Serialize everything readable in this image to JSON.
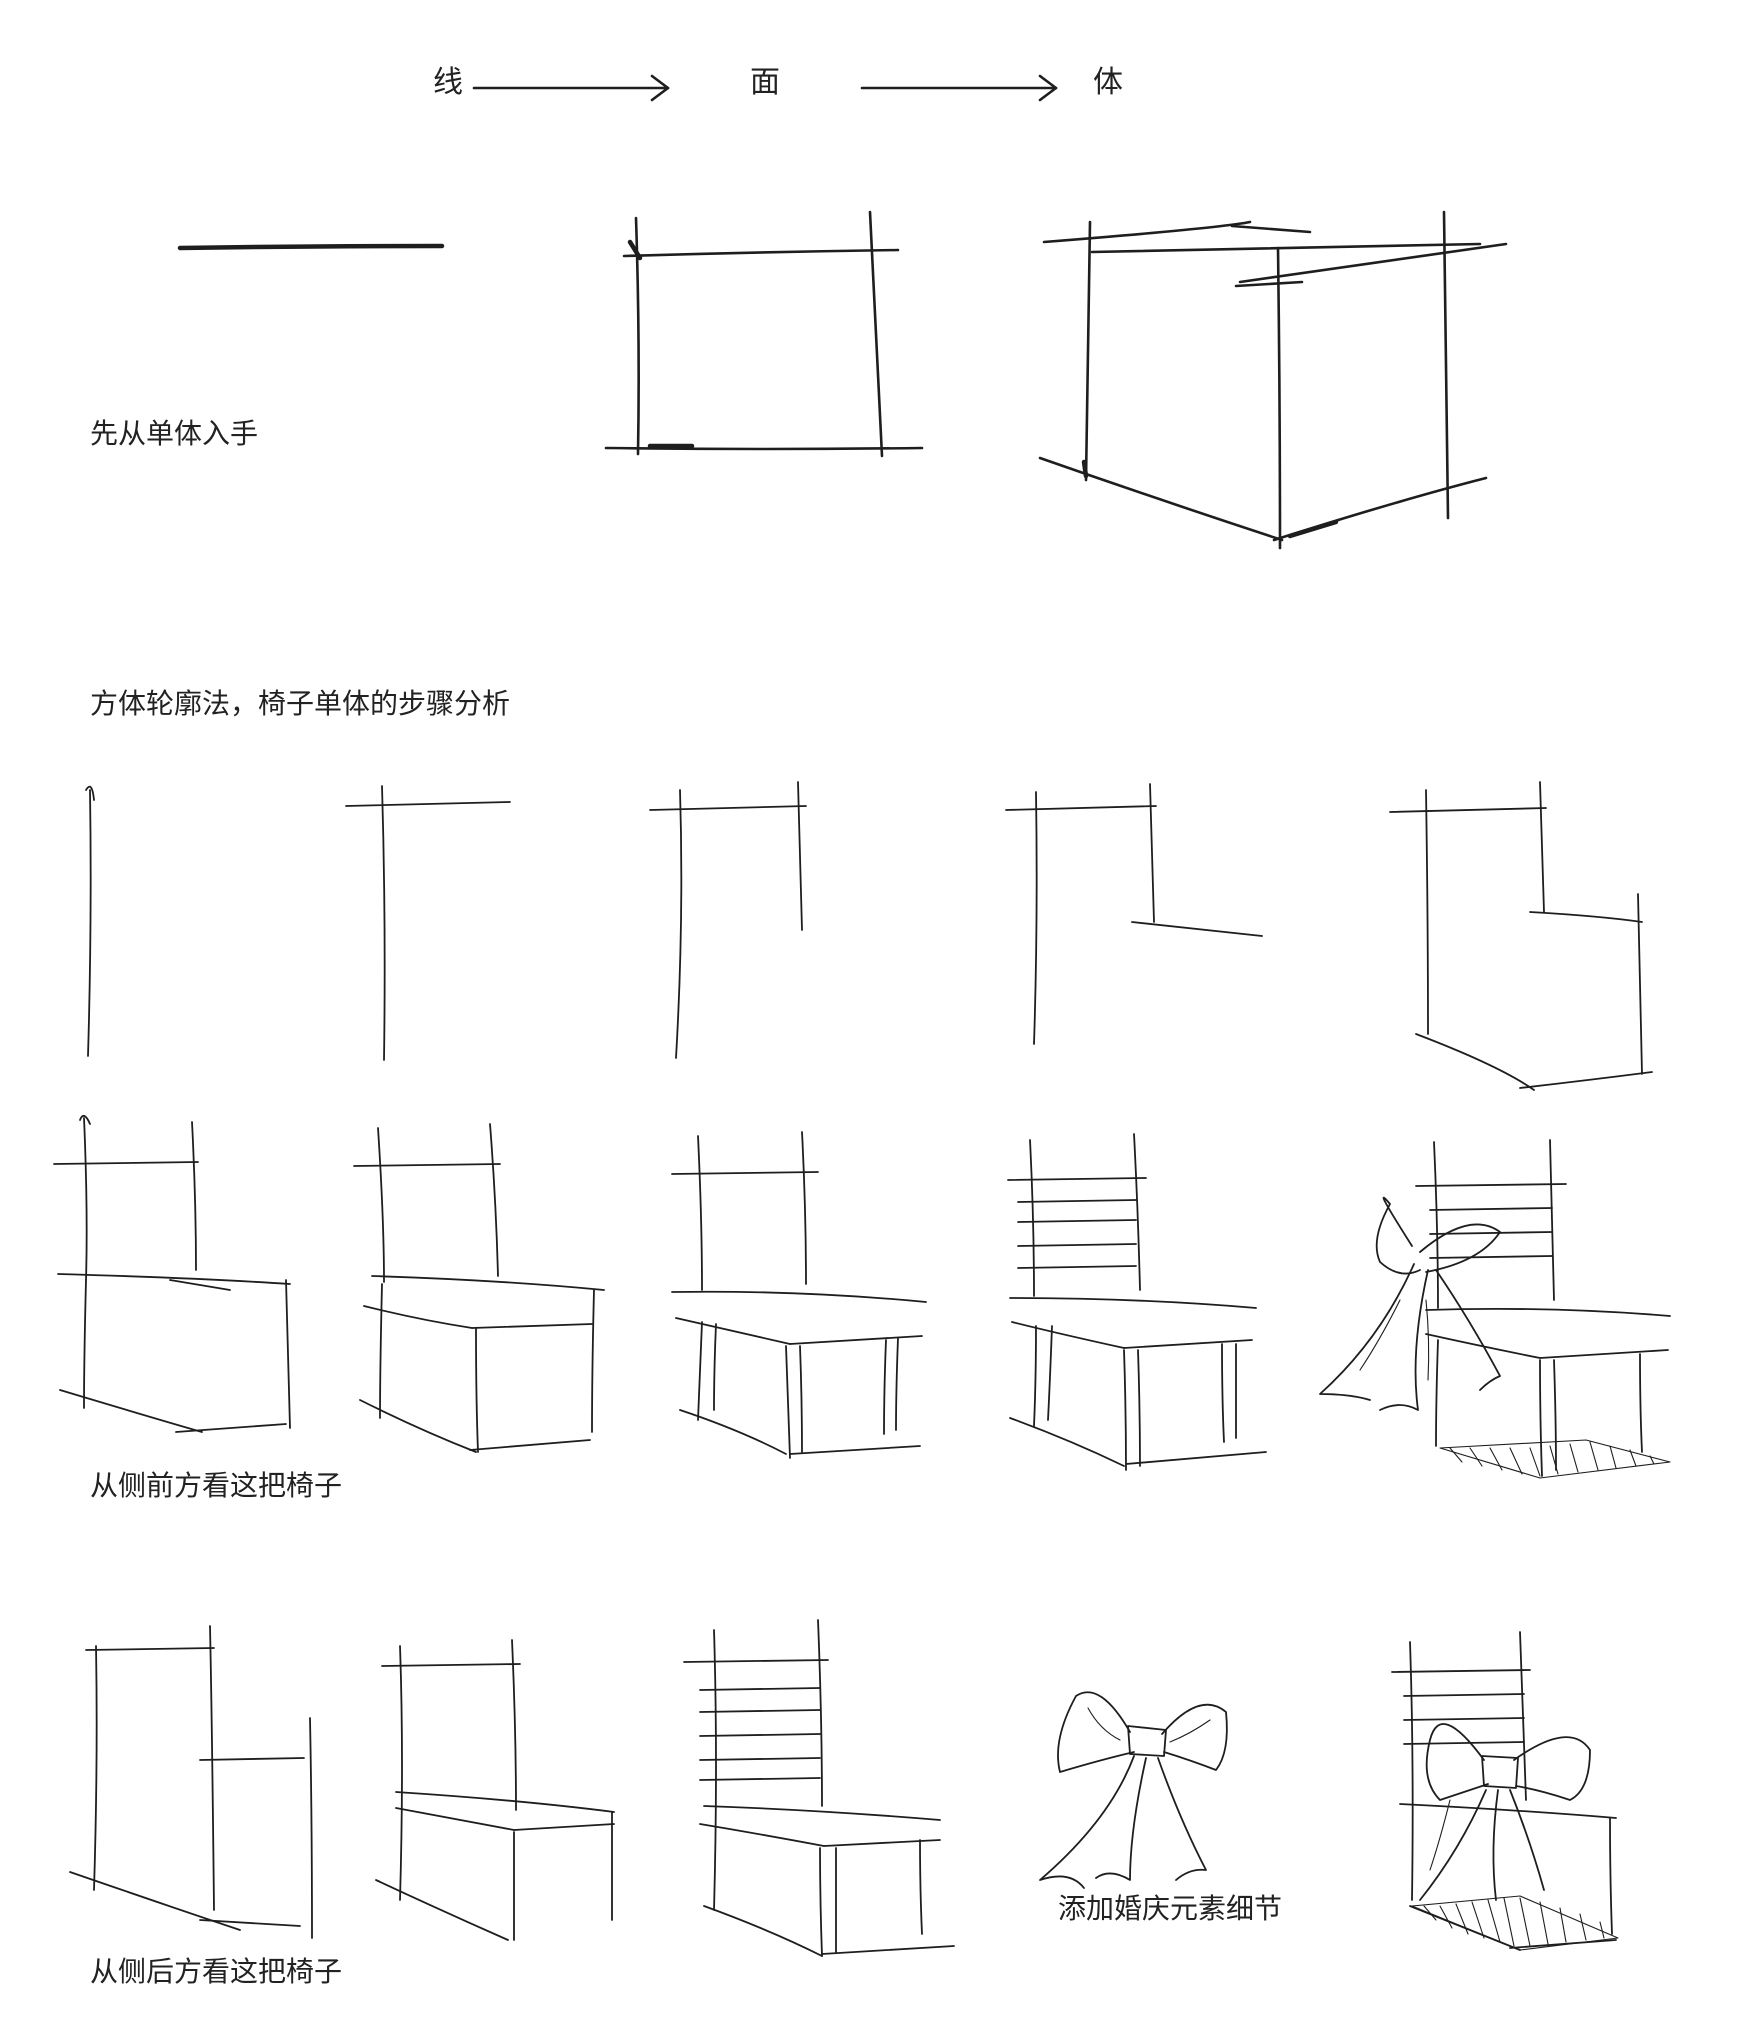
{
  "flow": {
    "line": "线",
    "face": "面",
    "solid": "体"
  },
  "captions": {
    "start_single": "先从单体入手",
    "method_title": "方体轮廓法，椅子单体的步骤分析",
    "front_side_view": "从侧前方看这把椅子",
    "back_side_view": "从侧后方看这把椅子",
    "wedding_detail": "添加婚庆元素细节"
  },
  "colors": {
    "ink": "#1e1e1e",
    "paper": "#ffffff"
  }
}
